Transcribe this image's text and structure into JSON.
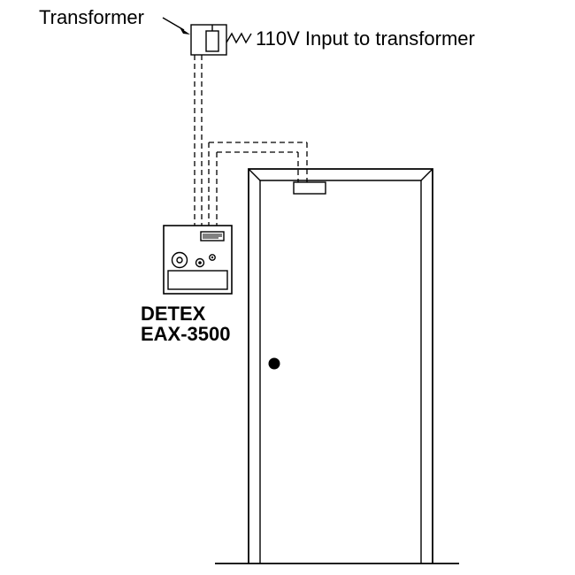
{
  "labels": {
    "transformer": "Transformer",
    "input_110v": "110V Input to transformer",
    "device_name": "DETEX",
    "device_model": "EAX-3500"
  },
  "colors": {
    "line": "#000000",
    "background": "#ffffff",
    "doorknob": "#000000"
  }
}
